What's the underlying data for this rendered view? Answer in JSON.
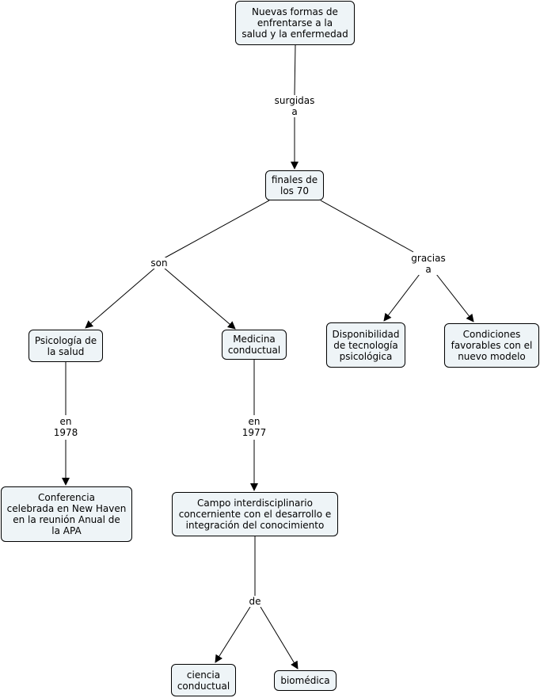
{
  "colors": {
    "node_fill": "#eef4f7",
    "node_border": "#000000",
    "line": "#000000",
    "background": "#ffffff"
  },
  "nodes": {
    "nuevas_formas": "Nuevas formas de\nenfrentarse a la\nsalud y la enfermedad",
    "finales_70": "finales de\nlos 70",
    "psicologia": "Psicología de\nla salud",
    "medicina": "Medicina\nconductual",
    "disponibilidad": "Disponibilidad\nde tecnología\npsicológica",
    "condiciones": "Condiciones\nfavorables con el\nnuevo modelo",
    "conferencia": "Conferencia\ncelebrada en New Haven\nen la reunión Anual de\nla APA",
    "campo": "Campo interdisciplinario\nconcerniente con el desarrollo e\nintegración del conocimiento",
    "ciencia": "ciencia\nconductual",
    "biomedica": "biomédica"
  },
  "links": {
    "surgidas": "surgidas\na",
    "son": "son",
    "gracias": "gracias\na",
    "en1978": "en\n1978",
    "en1977": "en\n1977",
    "de": "de"
  }
}
